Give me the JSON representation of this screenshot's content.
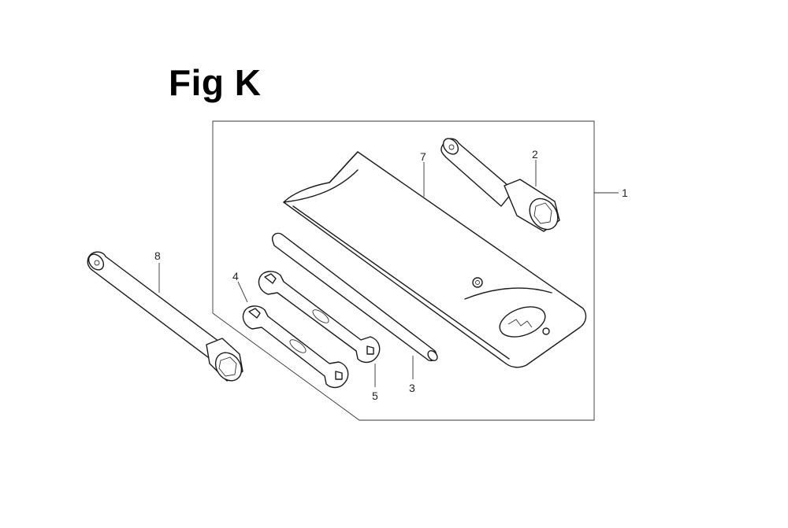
{
  "figure": {
    "title": "Fig K",
    "callouts": {
      "c1": "1",
      "c2": "2",
      "c3": "3",
      "c4": "4",
      "c5": "5",
      "c7": "7",
      "c8": "8"
    }
  },
  "parts": [
    {
      "ref": "1",
      "part": "tool-kit-assembly"
    },
    {
      "ref": "2",
      "part": "box-wrench-socket"
    },
    {
      "ref": "3",
      "part": "handle-bar"
    },
    {
      "ref": "4",
      "part": "open-end-wrench"
    },
    {
      "ref": "5",
      "part": "open-end-wrench"
    },
    {
      "ref": "7",
      "part": "tool-bag"
    },
    {
      "ref": "8",
      "part": "box-wrench-socket"
    }
  ]
}
